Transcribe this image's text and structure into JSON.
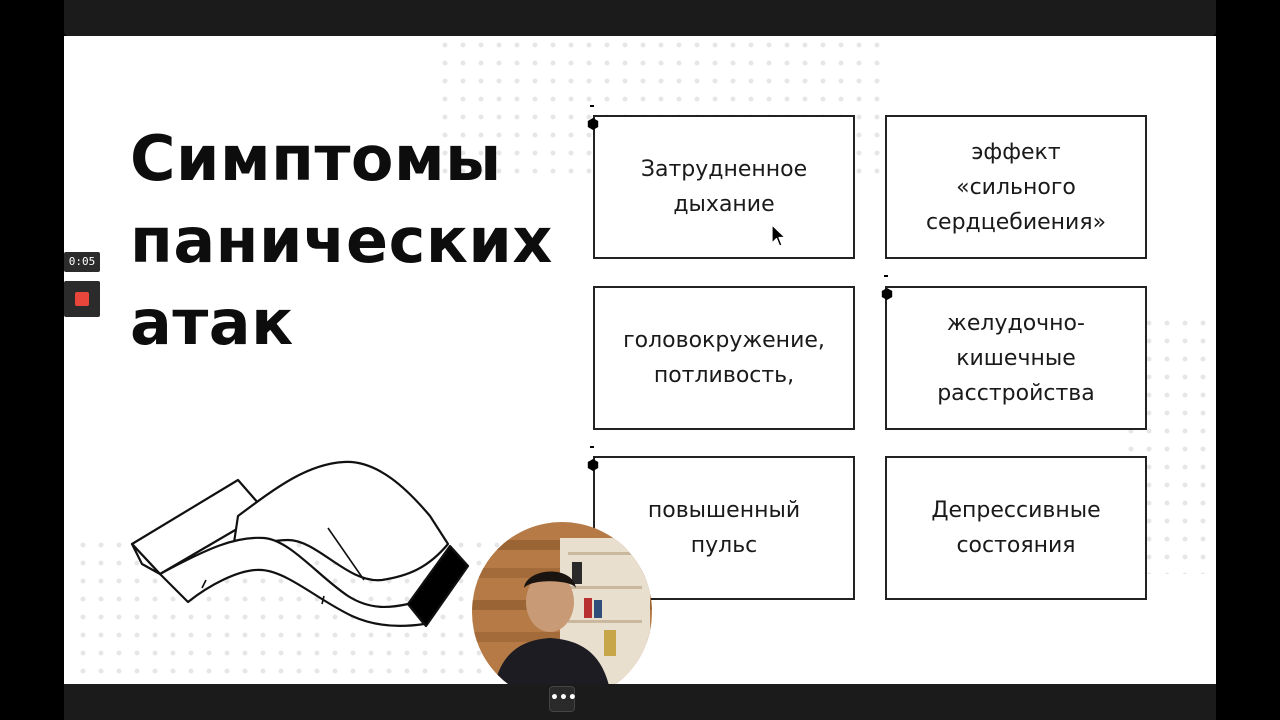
{
  "slide": {
    "title_lines": [
      "Симптомы",
      "панических",
      "атак"
    ],
    "boxes": [
      {
        "text": "Затрудненное\nдыхание"
      },
      {
        "text": "эффект\n«сильного\nсердцебиения»"
      },
      {
        "text": "головокружение,\nпотливость,"
      },
      {
        "text": "желудочно-\nкишечные\nрасстройства"
      },
      {
        "text": "повышенный\nпульс"
      },
      {
        "text": "Депрессивные\nсостояния"
      }
    ]
  },
  "recorder": {
    "timer": "0:05",
    "record_icon": "stop-square-icon",
    "record_color": "#e8463a"
  },
  "webcam": {
    "more_label": "•••",
    "more_icon": "more-dots-icon"
  },
  "colors": {
    "slide_bg": "#ffffff",
    "text": "#0d0d0d",
    "box_border": "#222222",
    "frame": "#000000"
  }
}
